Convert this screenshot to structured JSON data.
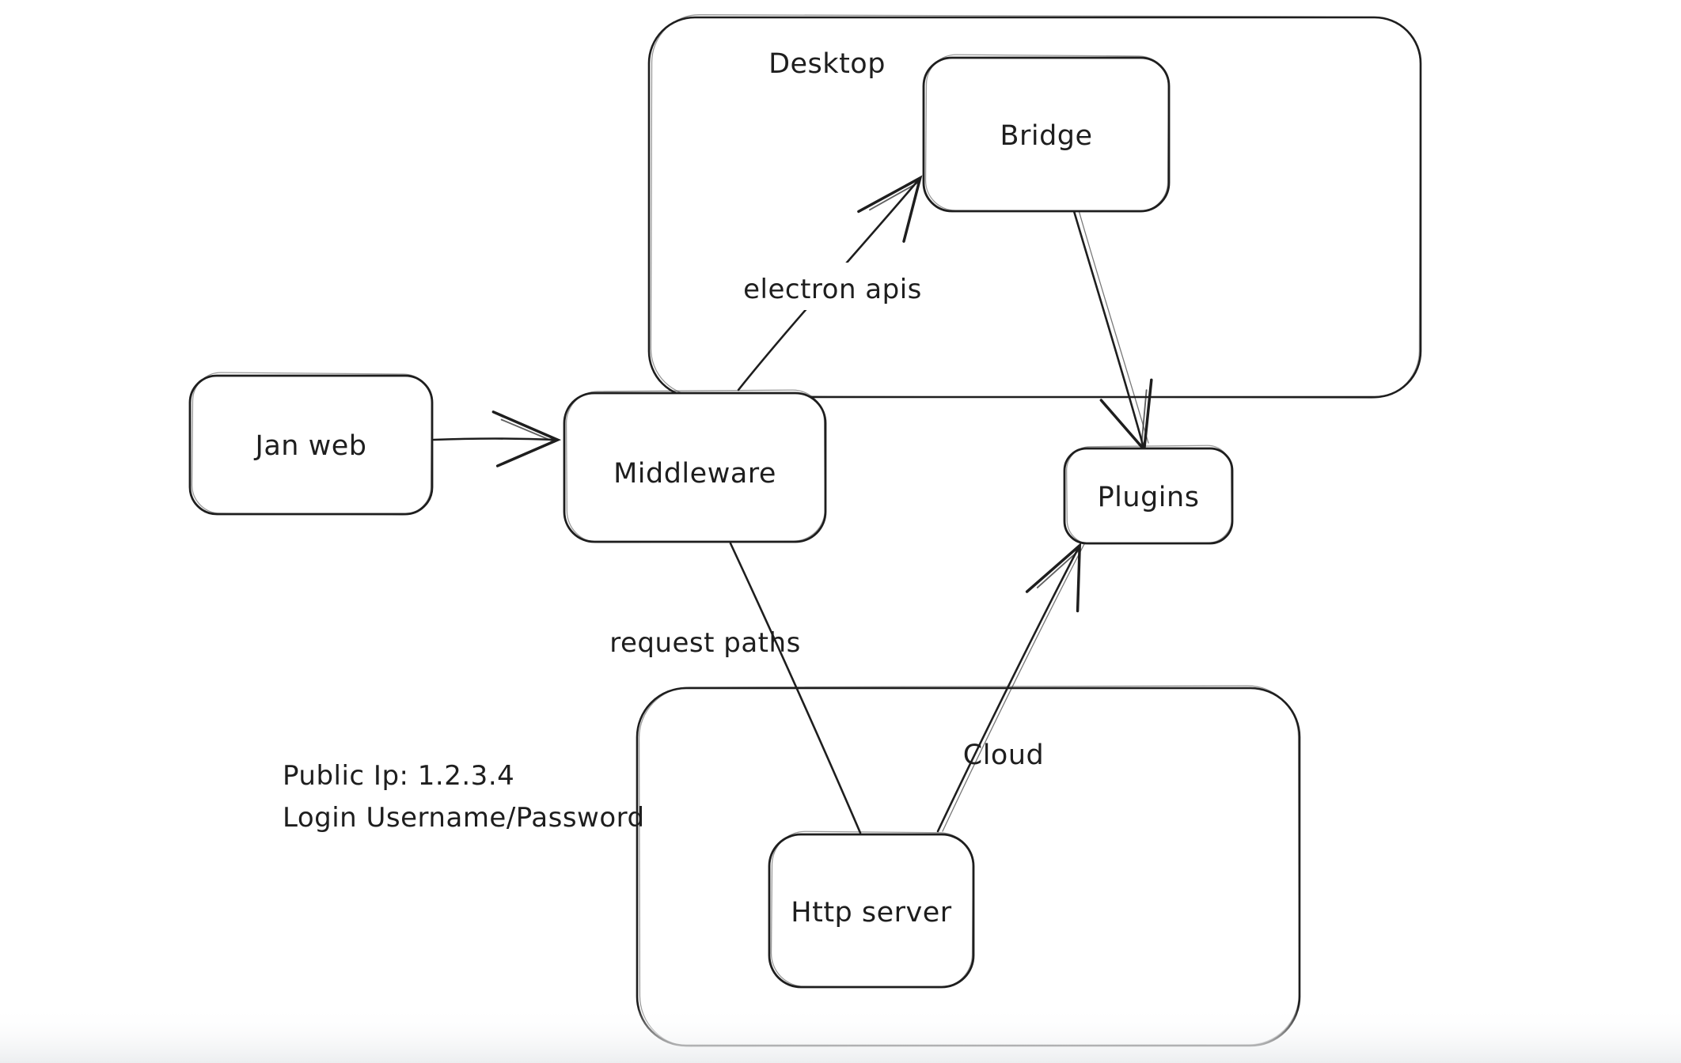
{
  "canvas": {
    "background": "#ffffff",
    "stroke_color": "#1e1e1e"
  },
  "containers": [
    {
      "id": "desktop",
      "label": "Desktop"
    },
    {
      "id": "cloud",
      "label": "Cloud"
    }
  ],
  "nodes": [
    {
      "id": "jan-web",
      "label": "Jan web"
    },
    {
      "id": "middleware",
      "label": "Middleware"
    },
    {
      "id": "bridge",
      "label": "Bridge"
    },
    {
      "id": "plugins",
      "label": "Plugins"
    },
    {
      "id": "http-server",
      "label": "Http server"
    }
  ],
  "edges": [
    {
      "id": "janweb-to-middleware",
      "from": "Jan web",
      "to": "Middleware",
      "label": "",
      "arrowhead": "end"
    },
    {
      "id": "middleware-to-bridge",
      "from": "Middleware",
      "to": "Bridge",
      "label": "electron apis",
      "arrowhead": "end"
    },
    {
      "id": "bridge-to-plugins",
      "from": "Bridge",
      "to": "Plugins",
      "label": "",
      "arrowhead": "end"
    },
    {
      "id": "httpserver-to-plugins",
      "from": "Http server",
      "to": "Plugins",
      "label": "",
      "arrowhead": "end"
    },
    {
      "id": "middleware-to-httpserver",
      "from": "Middleware",
      "to": "Http server",
      "label": "request paths",
      "arrowhead": "none"
    }
  ],
  "annotations": [
    {
      "id": "credentials-note",
      "lines": [
        "Public Ip: 1.2.3.4",
        "Login Username/Password"
      ]
    }
  ]
}
